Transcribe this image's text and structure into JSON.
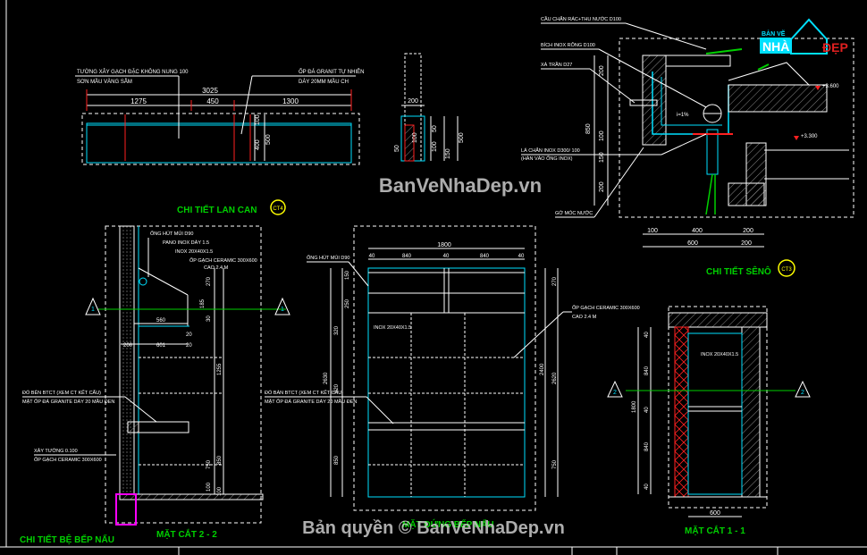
{
  "titles": {
    "lan_can": "CHI TIẾT LAN CAN",
    "seno": "CHI TIẾT SÊNÔ",
    "mat_cat_22": "MẶT CẮT 2 - 2",
    "mat_cat_11": "MẶT CẮT 1 - 1",
    "be_bep": "CHI TIẾT BỆ BẾP NẤU",
    "mat_dung": "MẶT ĐỨNG BẾP NẤU"
  },
  "watermark": {
    "center": "BanVeNhaDep.vn",
    "bottom": "Bản quyền © BanVeNhaDep.vn"
  },
  "logo": {
    "top": "BẢN VẼ",
    "nha": "NHÀ",
    "dep": "ĐẸP"
  },
  "lan_can_notes": {
    "wall": "TƯỜNG XÂY GẠCH ĐẶC KHÔNG NUNG 100",
    "paint": "SƠN MẦU VÀNG SẪM",
    "granite": "ỐP ĐÁ GRANIT TỰ NHIÊN",
    "granite2": "DÀY 20MM MẦU CH"
  },
  "lan_can_dims": {
    "total": "3025",
    "d1": "1275",
    "d2": "450",
    "d3": "1300",
    "h1": "100",
    "h2": "400",
    "h3": "500",
    "s1": "200",
    "s2": "100",
    "s3": "50",
    "s4": "50",
    "s5": "100",
    "s6": "150",
    "s7": "500"
  },
  "seno_notes": {
    "n1": "CẦU CHẮN RÁC+THU NƯỚC D100",
    "n2": "BÍCH INOX RỖNG D100",
    "n3": "XÀ TRẦN D27",
    "n4": "LÁ CHẮN INOX D300/ 100",
    "n5": "(HÀN VÀO ỐNG INOX)",
    "n6": "GỜ MÓC NƯỚC",
    "level1": "+3.600",
    "level2": "+3.300",
    "slope": "i=1%"
  },
  "seno_dims": {
    "v1": "200",
    "v2": "850",
    "v3": "100",
    "v4": "150",
    "v5": "200",
    "h1": "100",
    "h2": "400",
    "h3": "200",
    "h4": "600",
    "h5": "200"
  },
  "mc22_notes": {
    "n1": "ỐNG HÚT MÙI D90",
    "n2": "PANO INOX DÀY 1.5",
    "n3": "INOX 20X40X1.5",
    "n4": "ỐP GẠCH CERAMIC 300X600",
    "n5": "CAO 2.4 M",
    "n6": "ĐỔ BÊN BTCT (XEM CT KẾT CẤU)",
    "n7": "MẶT ỐP ĐÁ GRANITE DÀY 20 MẦU ĐEN",
    "n8": "XÂY TƯỜNG 0.100",
    "n9": "ỐP GẠCH CERAMIC 300X600"
  },
  "mc22_dims": {
    "a": "270",
    "b": "185",
    "c": "30",
    "d": "560",
    "e": "20",
    "f": "200",
    "g": "601",
    "h": "20",
    "i": "1255",
    "j": "750",
    "k": "850",
    "l": "100",
    "m": "100"
  },
  "md_notes": {
    "n1": "ỐNG HÚT MÙI D90",
    "n2": "INOX 20X40X1.5",
    "n3": "ỐP GẠCH CERAMIC 300X600",
    "n4": "CAO 2.4 M",
    "n5": "ĐỔ BÀN BTCT (XEM CT KẾT CẤU)",
    "n6": "MẶT ỐP ĐÁ GRANITE DÀY 20 MẦU ĐEN"
  },
  "md_dims": {
    "top": "1800",
    "t1": "40",
    "t2": "840",
    "t3": "40",
    "t4": "840",
    "t5": "40",
    "l1": "150",
    "l2": "250",
    "l3": "320",
    "l4": "2630",
    "l5": "320",
    "l6": "850",
    "r1": "270",
    "r2": "2400",
    "r3": "2620",
    "r4": "750"
  },
  "mc11_notes": {
    "n1": "INOX 20X40X1.5"
  },
  "mc11_dims": {
    "v1": "40",
    "v2": "840",
    "v3": "1800",
    "v4": "40",
    "v5": "840",
    "v6": "40",
    "h1": "600"
  },
  "markers": {
    "m1": "1",
    "m2": "2",
    "tag1": "CT4",
    "tag2": "CT3"
  },
  "colors": {
    "cyan": "#00e0ff",
    "red": "#ff2020",
    "green": "#00d000",
    "yellow": "#ffff00",
    "magenta": "#ff00ff",
    "white": "#ffffff",
    "orange": "#ff9900",
    "blue": "#3366ff",
    "gray": "#aaaaaa"
  }
}
